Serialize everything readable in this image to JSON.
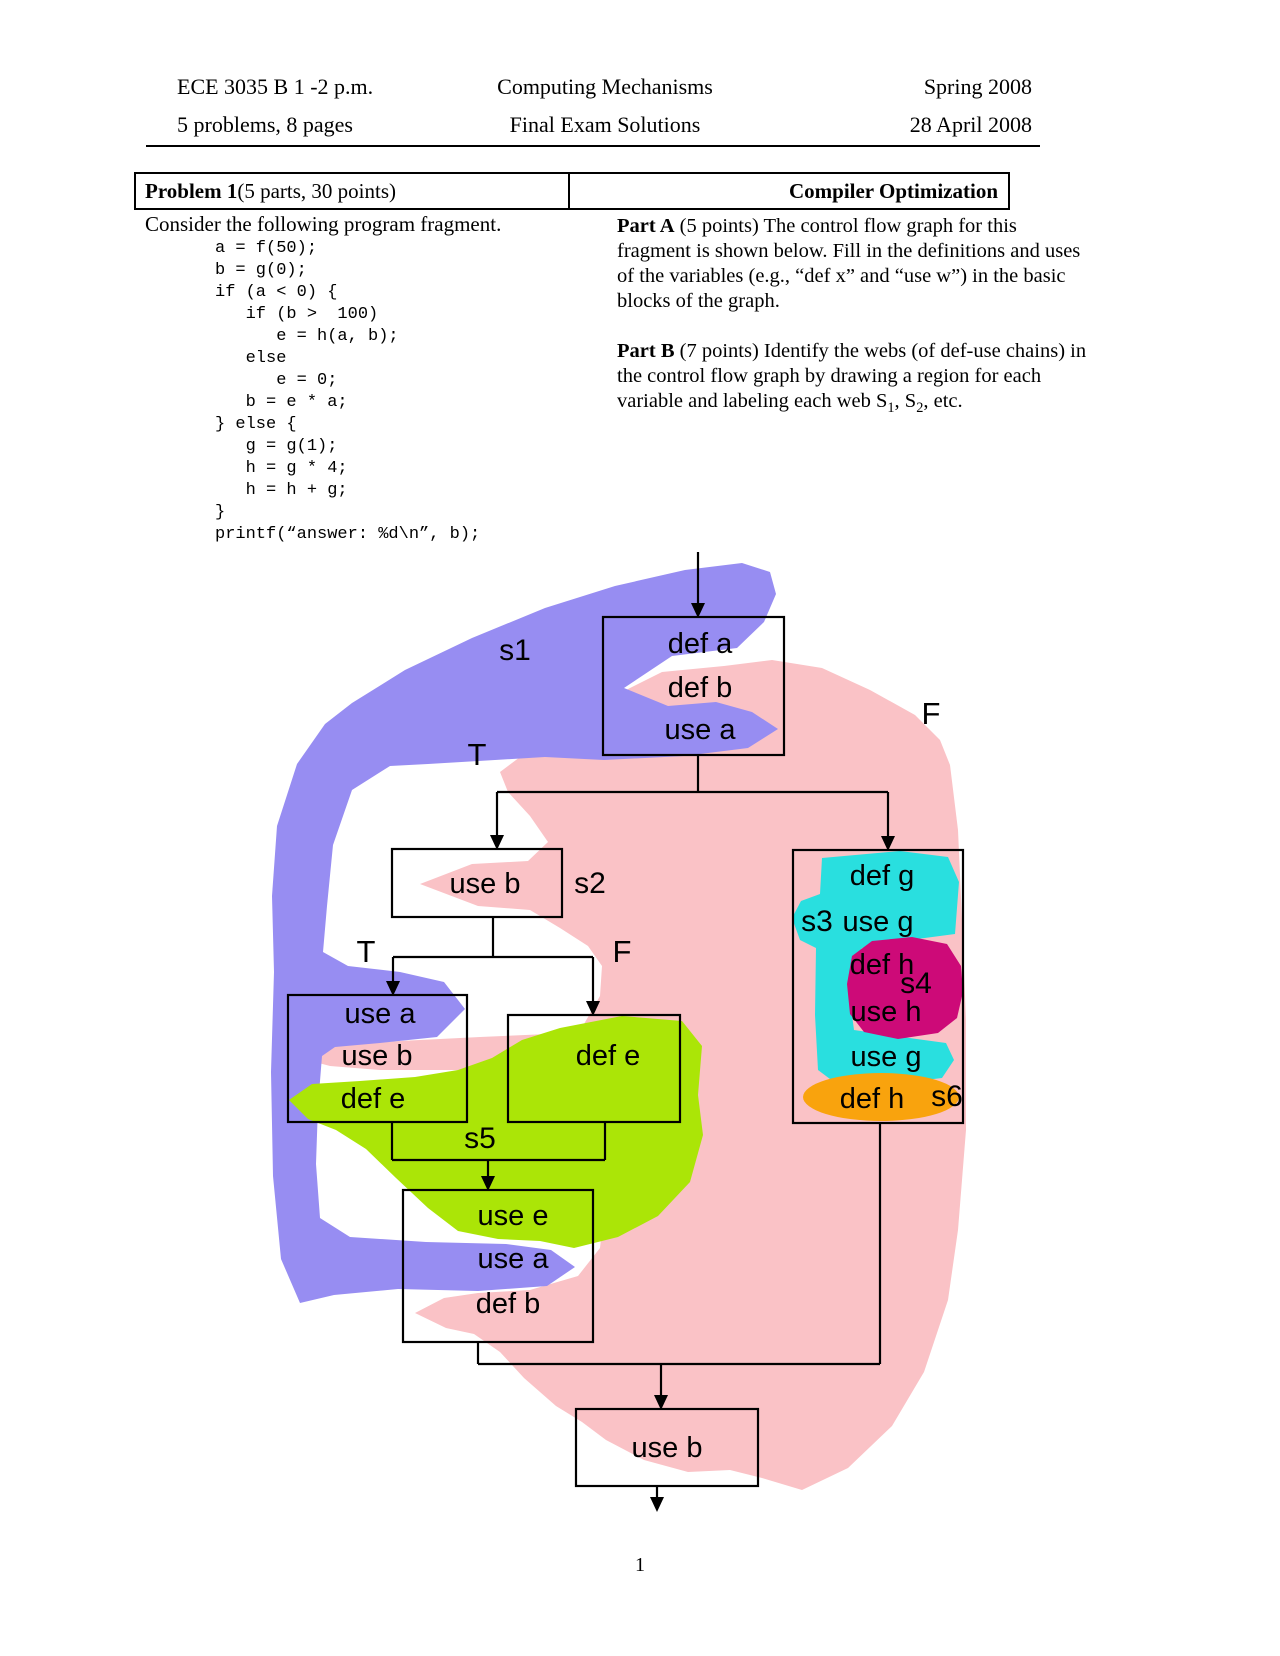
{
  "header": {
    "course": "ECE 3035 B 1 -2 p.m.",
    "title": "Computing Mechanisms",
    "term": "Spring 2008",
    "pages_info": "5 problems, 8 pages",
    "subtitle": "Final Exam Solutions",
    "date": "28 April 2008"
  },
  "problem": {
    "number_label": "Problem 1",
    "points_label": " (5 parts, 30 points)",
    "topic": "Compiler Optimization"
  },
  "program": {
    "intro": "Consider the following program fragment.",
    "code": "a = f(50);\nb = g(0);\nif (a < 0) {\n   if (b >  100)\n      e = h(a, b);\n   else\n      e = 0;\n   b = e * a;\n} else {\n   g = g(1);\n   h = g * 4;\n   h = h + g;\n}\nprintf(“answer: %d\\n”, b);"
  },
  "parts": {
    "a_label": "Part A",
    "a_body": " (5 points) The control flow graph for this fragment is shown below.  Fill in the definitions and uses of the variables (e.g., “def x” and “use w”) in the basic blocks of the graph.",
    "b_label": "Part B",
    "b_body": " (7 points) Identify the webs (of def-use chains) in the control flow graph by drawing a region for each variable and labeling each web S",
    "b_sub1": "1",
    "b_mid": ", S",
    "b_sub2": "2",
    "b_end": ", etc."
  },
  "diagram": {
    "colors": {
      "web_s1_purple": "#978df2",
      "web_s2_pink": "#fac2c6",
      "web_s3_cyan": "#29dfdf",
      "web_s4_magenta": "#cd0a78",
      "web_s5_green": "#abe507",
      "web_s6_orange": "#f9a30d"
    },
    "edge_labels": {
      "t1": "T",
      "f1": "F",
      "t2": "T",
      "f2": "F"
    },
    "web_labels": {
      "s1": "s1",
      "s2": "s2",
      "s3": "s3",
      "s4": "s4",
      "s5": "s5",
      "s6": "s6"
    },
    "blocks": {
      "entry": {
        "rows": [
          "def a",
          "def b",
          "use a"
        ]
      },
      "cond2": {
        "rows": [
          "use b"
        ]
      },
      "then2": {
        "rows": [
          "use a",
          "use b",
          "def e"
        ]
      },
      "else2": {
        "rows": [
          "def e"
        ]
      },
      "merge2": {
        "rows": [
          "use e",
          "use a",
          "def b"
        ]
      },
      "else1": {
        "rows": [
          "def g",
          "use g",
          "def h",
          "use h",
          "use g",
          "def h"
        ]
      },
      "exit": {
        "rows": [
          "use b"
        ]
      }
    }
  },
  "footer": {
    "page_number": "1"
  }
}
